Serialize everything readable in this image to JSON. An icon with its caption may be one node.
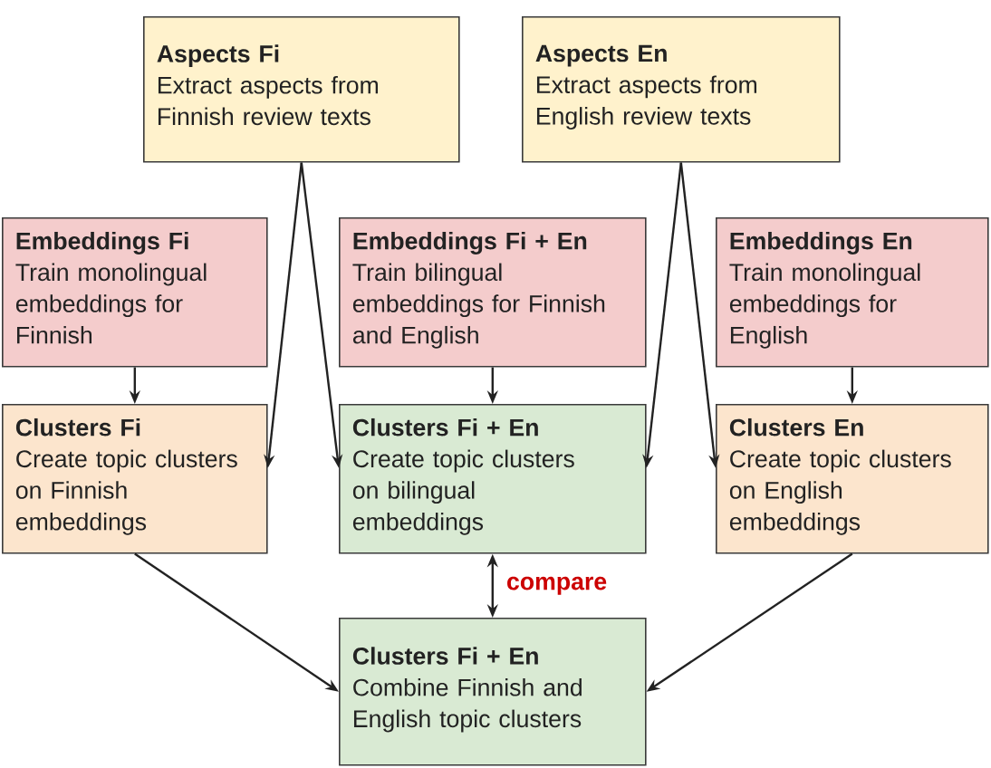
{
  "diagram": {
    "nodes": [
      {
        "text": [
          "Aspects Fi",
          "Extract aspects from Finnish review texts"
        ]
      },
      {
        "text": [
          "Aspects En",
          "Extract aspects from English review texts"
        ]
      },
      {
        "text": [
          "Embeddings Fi",
          "Train monolingual embeddings for Finnish"
        ]
      },
      {
        "text": [
          "Embeddings Fi + En",
          "Train bilingual embeddings for Finnish and English"
        ]
      },
      {
        "text": [
          "Embeddings En",
          "Train monolingual embeddings for English"
        ]
      },
      {
        "text": [
          "Clusters Fi",
          "Create topic clusters on Finnish embeddings"
        ]
      },
      {
        "text": [
          "Clusters Fi + En",
          "Create topic clusters on bilingual embeddings"
        ]
      },
      {
        "text": [
          "Clusters En",
          "Create topic clusters on English embeddings"
        ]
      },
      {
        "text": [
          "Clusters Fi + En",
          "Combine Finnish and English topic clusters"
        ]
      }
    ],
    "edges": [
      {
        "from": 0,
        "to": 5,
        "arrow": "to"
      },
      {
        "from": 0,
        "to": 6,
        "arrow": "to"
      },
      {
        "from": 1,
        "to": 6,
        "arrow": "to"
      },
      {
        "from": 1,
        "to": 7,
        "arrow": "to"
      },
      {
        "from": 2,
        "to": 5,
        "arrow": "to"
      },
      {
        "from": 3,
        "to": 6,
        "arrow": "to"
      },
      {
        "from": 4,
        "to": 7,
        "arrow": "to"
      },
      {
        "from": 5,
        "to": 8,
        "arrow": "to"
      },
      {
        "from": 7,
        "to": 8,
        "arrow": "to"
      },
      {
        "from": 6,
        "to": 8,
        "arrow": "both",
        "label": "compare"
      }
    ]
  }
}
